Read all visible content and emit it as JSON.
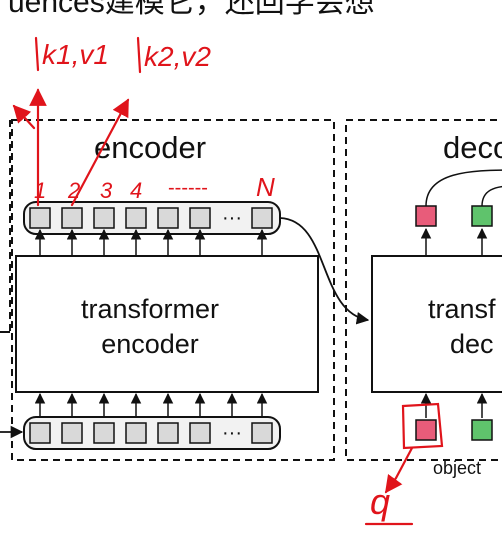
{
  "top_caption_fragment": "uences建模它，还回学会想",
  "encoder": {
    "title": "encoder",
    "block_line1": "transformer",
    "block_line2": "encoder",
    "ellipsis": "···"
  },
  "decoder": {
    "title": "deco",
    "block_line1": "transf",
    "block_line2": "dec",
    "query_label": "object"
  },
  "annotations": {
    "kv1": "k1,v1",
    "kv2": "k2,v2",
    "idx1": "1",
    "idx2": "2",
    "idx3": "3",
    "idx4": "4",
    "dashes": "------",
    "idxN": "N",
    "q": "q"
  },
  "colors": {
    "token_gray": "#d9d9d9",
    "token_red": "#e85c7a",
    "token_green": "#5fc36c",
    "annotation_red": "#e0141b"
  }
}
